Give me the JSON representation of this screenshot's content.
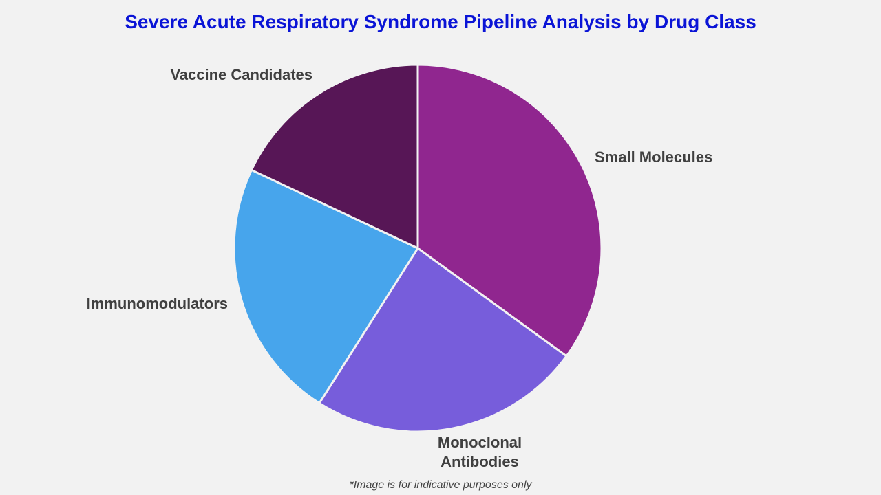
{
  "chart_data": {
    "type": "pie",
    "title": "Severe Acute Respiratory Syndrome Pipeline Analysis by Drug Class",
    "slices": [
      {
        "label": "Small Molecules",
        "value": 35,
        "color": "#90268f"
      },
      {
        "label": "Monoclonal Antibodies",
        "value": 24,
        "color": "#775ddb"
      },
      {
        "label": "Immunomodulators",
        "value": 23,
        "color": "#47a5ec"
      },
      {
        "label": "Vaccine Candidates",
        "value": 18,
        "color": "#571656"
      }
    ],
    "start_angle": "12 o'clock",
    "direction": "clockwise"
  },
  "footnote": "*Image is for indicative purposes only"
}
